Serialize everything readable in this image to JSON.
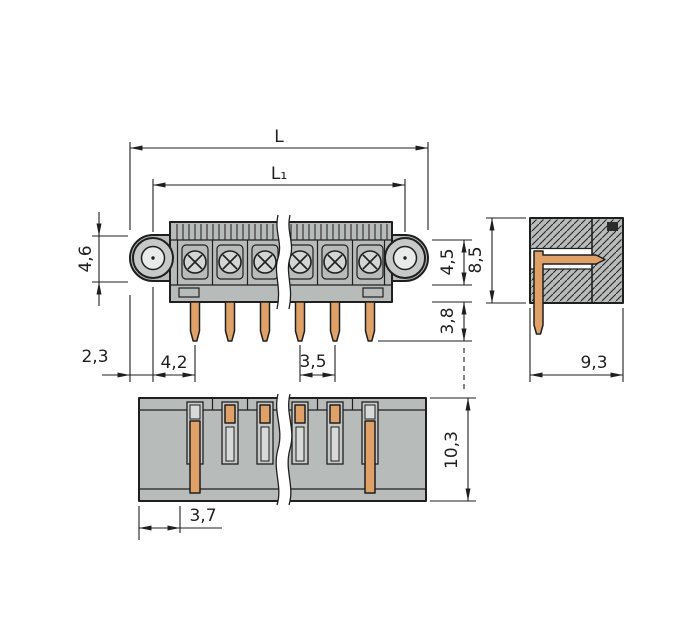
{
  "drawing": {
    "labels": {
      "total_length": "L",
      "flange_hole_spacing": "L₁",
      "flange_height": "4,6",
      "housing_height": "8,5",
      "insert_height": "4,5",
      "pin_length": "3,8",
      "edge_to_hole": "2,3",
      "hole_to_first_pin": "4,2",
      "pin_pitch": "3,5",
      "housing_depth": "9,3",
      "footprint_depth": "10,3",
      "edge_to_first_slot": "3,7"
    },
    "colors": {
      "line_dark": "#1f1f1f",
      "housing_gray": "#b7bbba",
      "housing_light": "#c6c9c8",
      "contact_face": "#d2d5d4",
      "pin_copper": "#e0a168",
      "background": "#ffffff"
    }
  }
}
